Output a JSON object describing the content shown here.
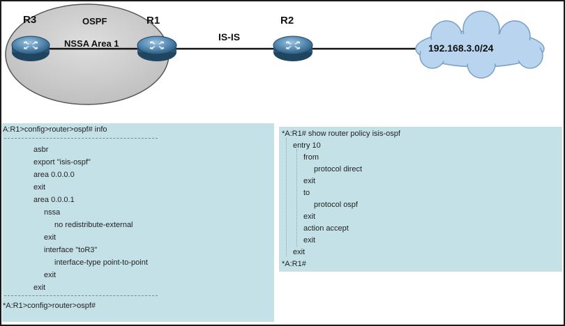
{
  "diagram": {
    "routers": [
      {
        "name": "R3"
      },
      {
        "name": "R1"
      },
      {
        "name": "R2"
      }
    ],
    "area_label_1": "OSPF",
    "area_label_2": "NSSA Area 1",
    "link_label": "IS-IS",
    "cloud_label": "192.168.3.0/24"
  },
  "config_panel": {
    "lines": [
      "A:R1>config>router>ospf# info",
      "asbr",
      "export \"isis-ospf\"",
      "area 0.0.0.0",
      "exit",
      "area 0.0.0.1",
      "nssa",
      "no redistribute-external",
      "exit",
      "interface \"toR3\"",
      "interface-type point-to-point",
      "exit",
      "exit",
      "*A:R1>config>router>ospf#"
    ]
  },
  "policy_panel": {
    "lines": [
      "*A:R1# show router policy isis-ospf",
      "entry 10",
      "from",
      "protocol direct",
      "exit",
      "to",
      "protocol ospf",
      "exit",
      "action accept",
      "exit",
      "exit",
      "*A:R1#"
    ]
  },
  "colors": {
    "panel_bg": "#c5e1e8",
    "area_fill": "#cfcfcf",
    "router_fill": "#4f86b0",
    "cloud_fill": "#b8d4ee"
  }
}
